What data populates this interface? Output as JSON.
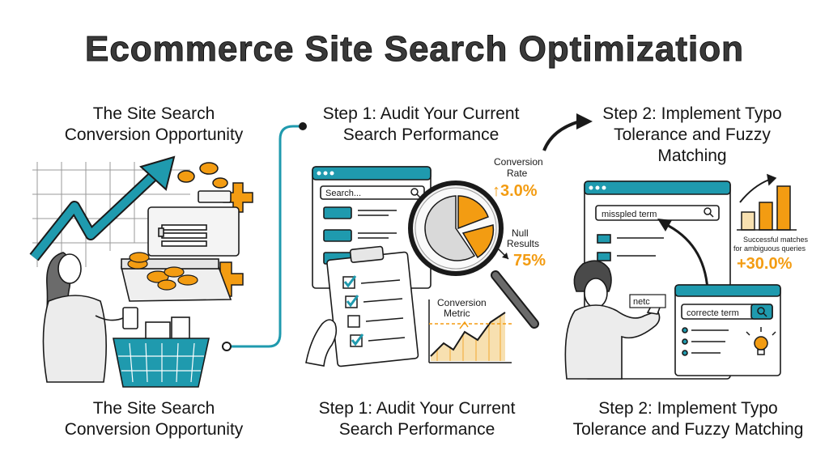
{
  "title": "Ecommerce Site Search Optimization",
  "panels": [
    {
      "heading_top": [
        "The Site Search",
        "Conversion Opportunity"
      ],
      "heading_bottom": [
        "The Site Search",
        "Conversion Opportunity"
      ]
    },
    {
      "heading_top": [
        "Step 1: Audit Your Current",
        "Search Performance"
      ],
      "heading_bottom": [
        "Step 1: Audit Your Current",
        "Search Performance"
      ],
      "search_placeholder": "Search...",
      "conversion_rate_label": [
        "Conversion",
        "Rate"
      ],
      "conversion_rate_value": "↑3.0%",
      "null_results_label": [
        "Null",
        "Results"
      ],
      "null_results_value": "75%",
      "conversion_metric_label": [
        "Conversion",
        "Metric"
      ]
    },
    {
      "heading_top": [
        "Step 2: Implement Typo",
        "Tolerance and Fuzzy",
        "Matching"
      ],
      "heading_bottom": [
        "Step 2: Implement Typo",
        "Tolerance and Fuzzy Matching"
      ],
      "misspelled_query": "misspled term",
      "typing_text": "netc",
      "corrected_query": "correcte term",
      "success_label": [
        "Successful matches",
        "for ambiguous queries"
      ],
      "success_value": "+30.0%"
    }
  ],
  "colors": {
    "teal": "#1f9aae",
    "orange": "#f39c12",
    "ink": "#1a1a1a"
  },
  "icons": [
    "trend-arrow-icon",
    "cash-register-icon",
    "coin-icon",
    "plus-icon",
    "shopping-basket-icon",
    "search-icon",
    "magnifier-icon",
    "clipboard-icon",
    "checkbox-icon",
    "curved-arrow-icon",
    "lightbulb-icon"
  ]
}
